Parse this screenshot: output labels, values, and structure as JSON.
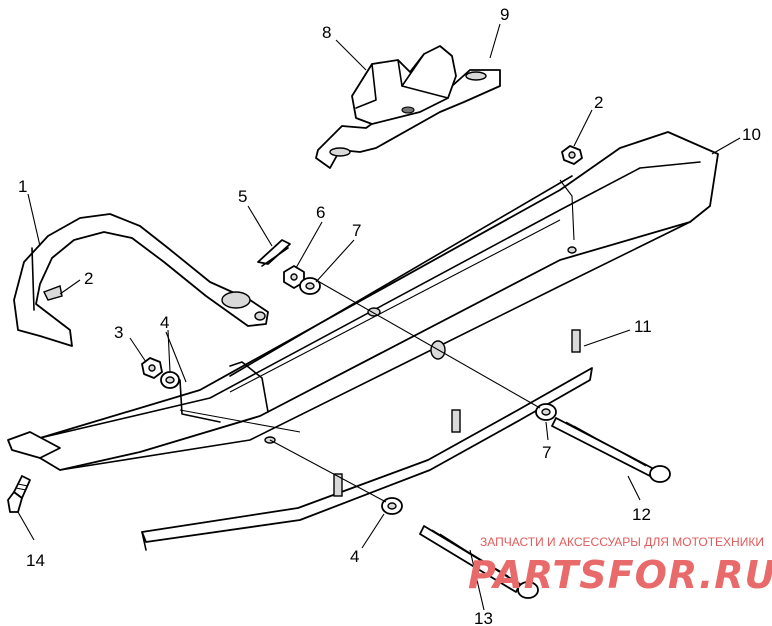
{
  "diagram": {
    "callouts": [
      {
        "id": "c1",
        "label": "1"
      },
      {
        "id": "c2a",
        "label": "2"
      },
      {
        "id": "c2b",
        "label": "2"
      },
      {
        "id": "c3",
        "label": "3"
      },
      {
        "id": "c4a",
        "label": "4"
      },
      {
        "id": "c4b",
        "label": "4"
      },
      {
        "id": "c5",
        "label": "5"
      },
      {
        "id": "c6",
        "label": "6"
      },
      {
        "id": "c7a",
        "label": "7"
      },
      {
        "id": "c7b",
        "label": "7"
      },
      {
        "id": "c8",
        "label": "8"
      },
      {
        "id": "c9",
        "label": "9"
      },
      {
        "id": "c10",
        "label": "10"
      },
      {
        "id": "c11",
        "label": "11"
      },
      {
        "id": "c12",
        "label": "12"
      },
      {
        "id": "c13",
        "label": "13"
      },
      {
        "id": "c14",
        "label": "14"
      }
    ]
  },
  "watermark": {
    "tagline": "ЗАПЧАСТИ И АКСЕССУАРЫ ДЛЯ МОТОТЕХНИКИ",
    "logo": "PARTSFOR.RU",
    "color": "#e25a5a"
  }
}
